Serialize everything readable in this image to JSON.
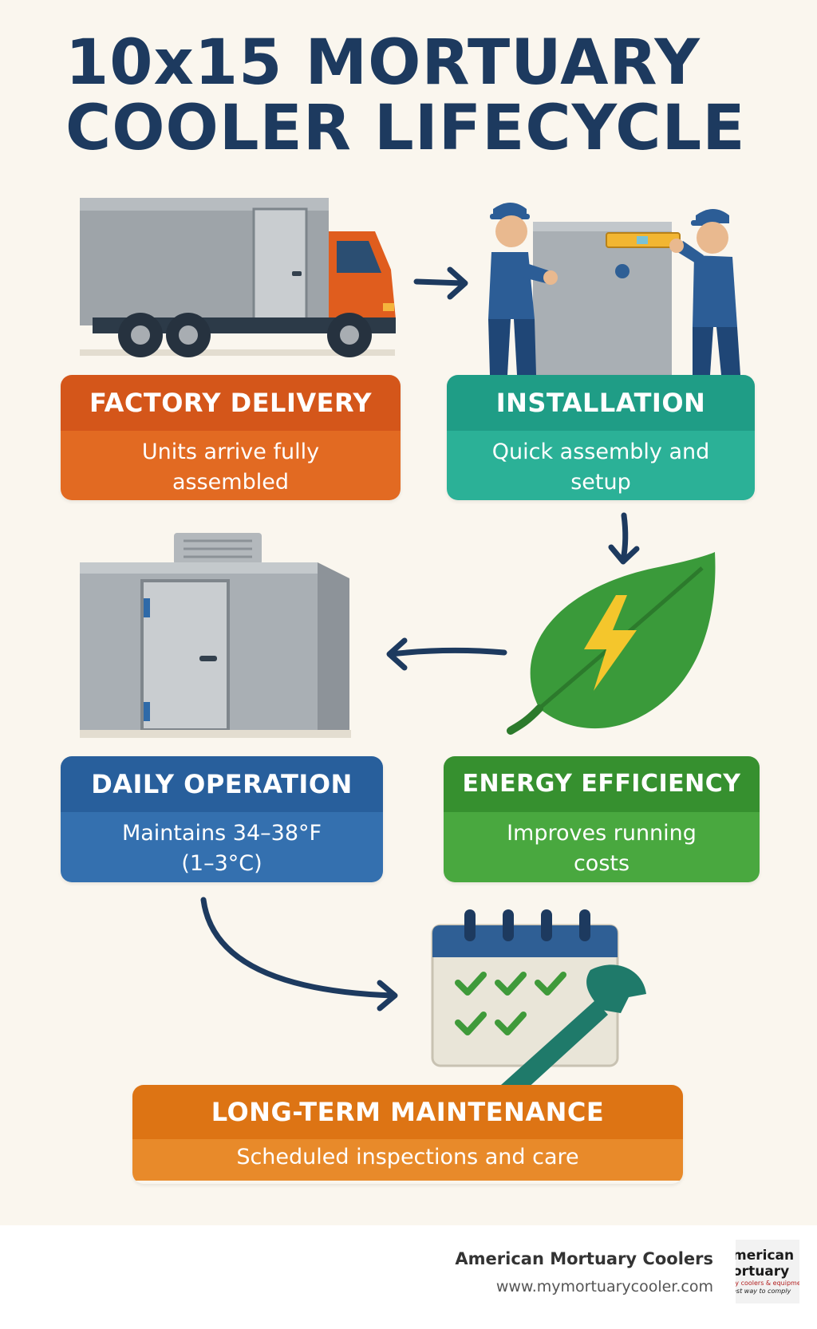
{
  "title": "10x15 MORTUARY\nCOOLER LIFECYCLE",
  "stages": [
    {
      "id": "factory-delivery",
      "heading": "FACTORY DELIVERY",
      "description": "Units arrive fully assembled",
      "color": "#e0651f"
    },
    {
      "id": "installation",
      "heading": "INSTALLATION",
      "description": "Quick assembly and setup",
      "color": "#23a88f"
    },
    {
      "id": "daily-operation",
      "heading": "DAILY OPERATION",
      "description": "Maintains 34–38°F (1–3°C)",
      "color": "#2f6aa8"
    },
    {
      "id": "energy-efficiency",
      "heading": "ENERGY EFFICIENCY",
      "description": "Improves running costs",
      "color": "#3f9a3a"
    },
    {
      "id": "long-term-maintenance",
      "heading": "LONG-TERM MAINTENANCE",
      "description": "Scheduled inspections and care",
      "color": "#e07c1a"
    }
  ],
  "icons": [
    "delivery-truck-icon",
    "installer-workers-icon",
    "cooler-unit-icon",
    "energy-leaf-icon",
    "maintenance-calendar-wrench-icon"
  ],
  "footer": {
    "brand_name": "American Mortuary Coolers",
    "url": "www.mymortuarycooler.com",
    "logo_line1": "merican",
    "logo_line2": "ortuary",
    "logo_line3": "ry coolers & equipment",
    "logo_line4": "est way to comply"
  }
}
